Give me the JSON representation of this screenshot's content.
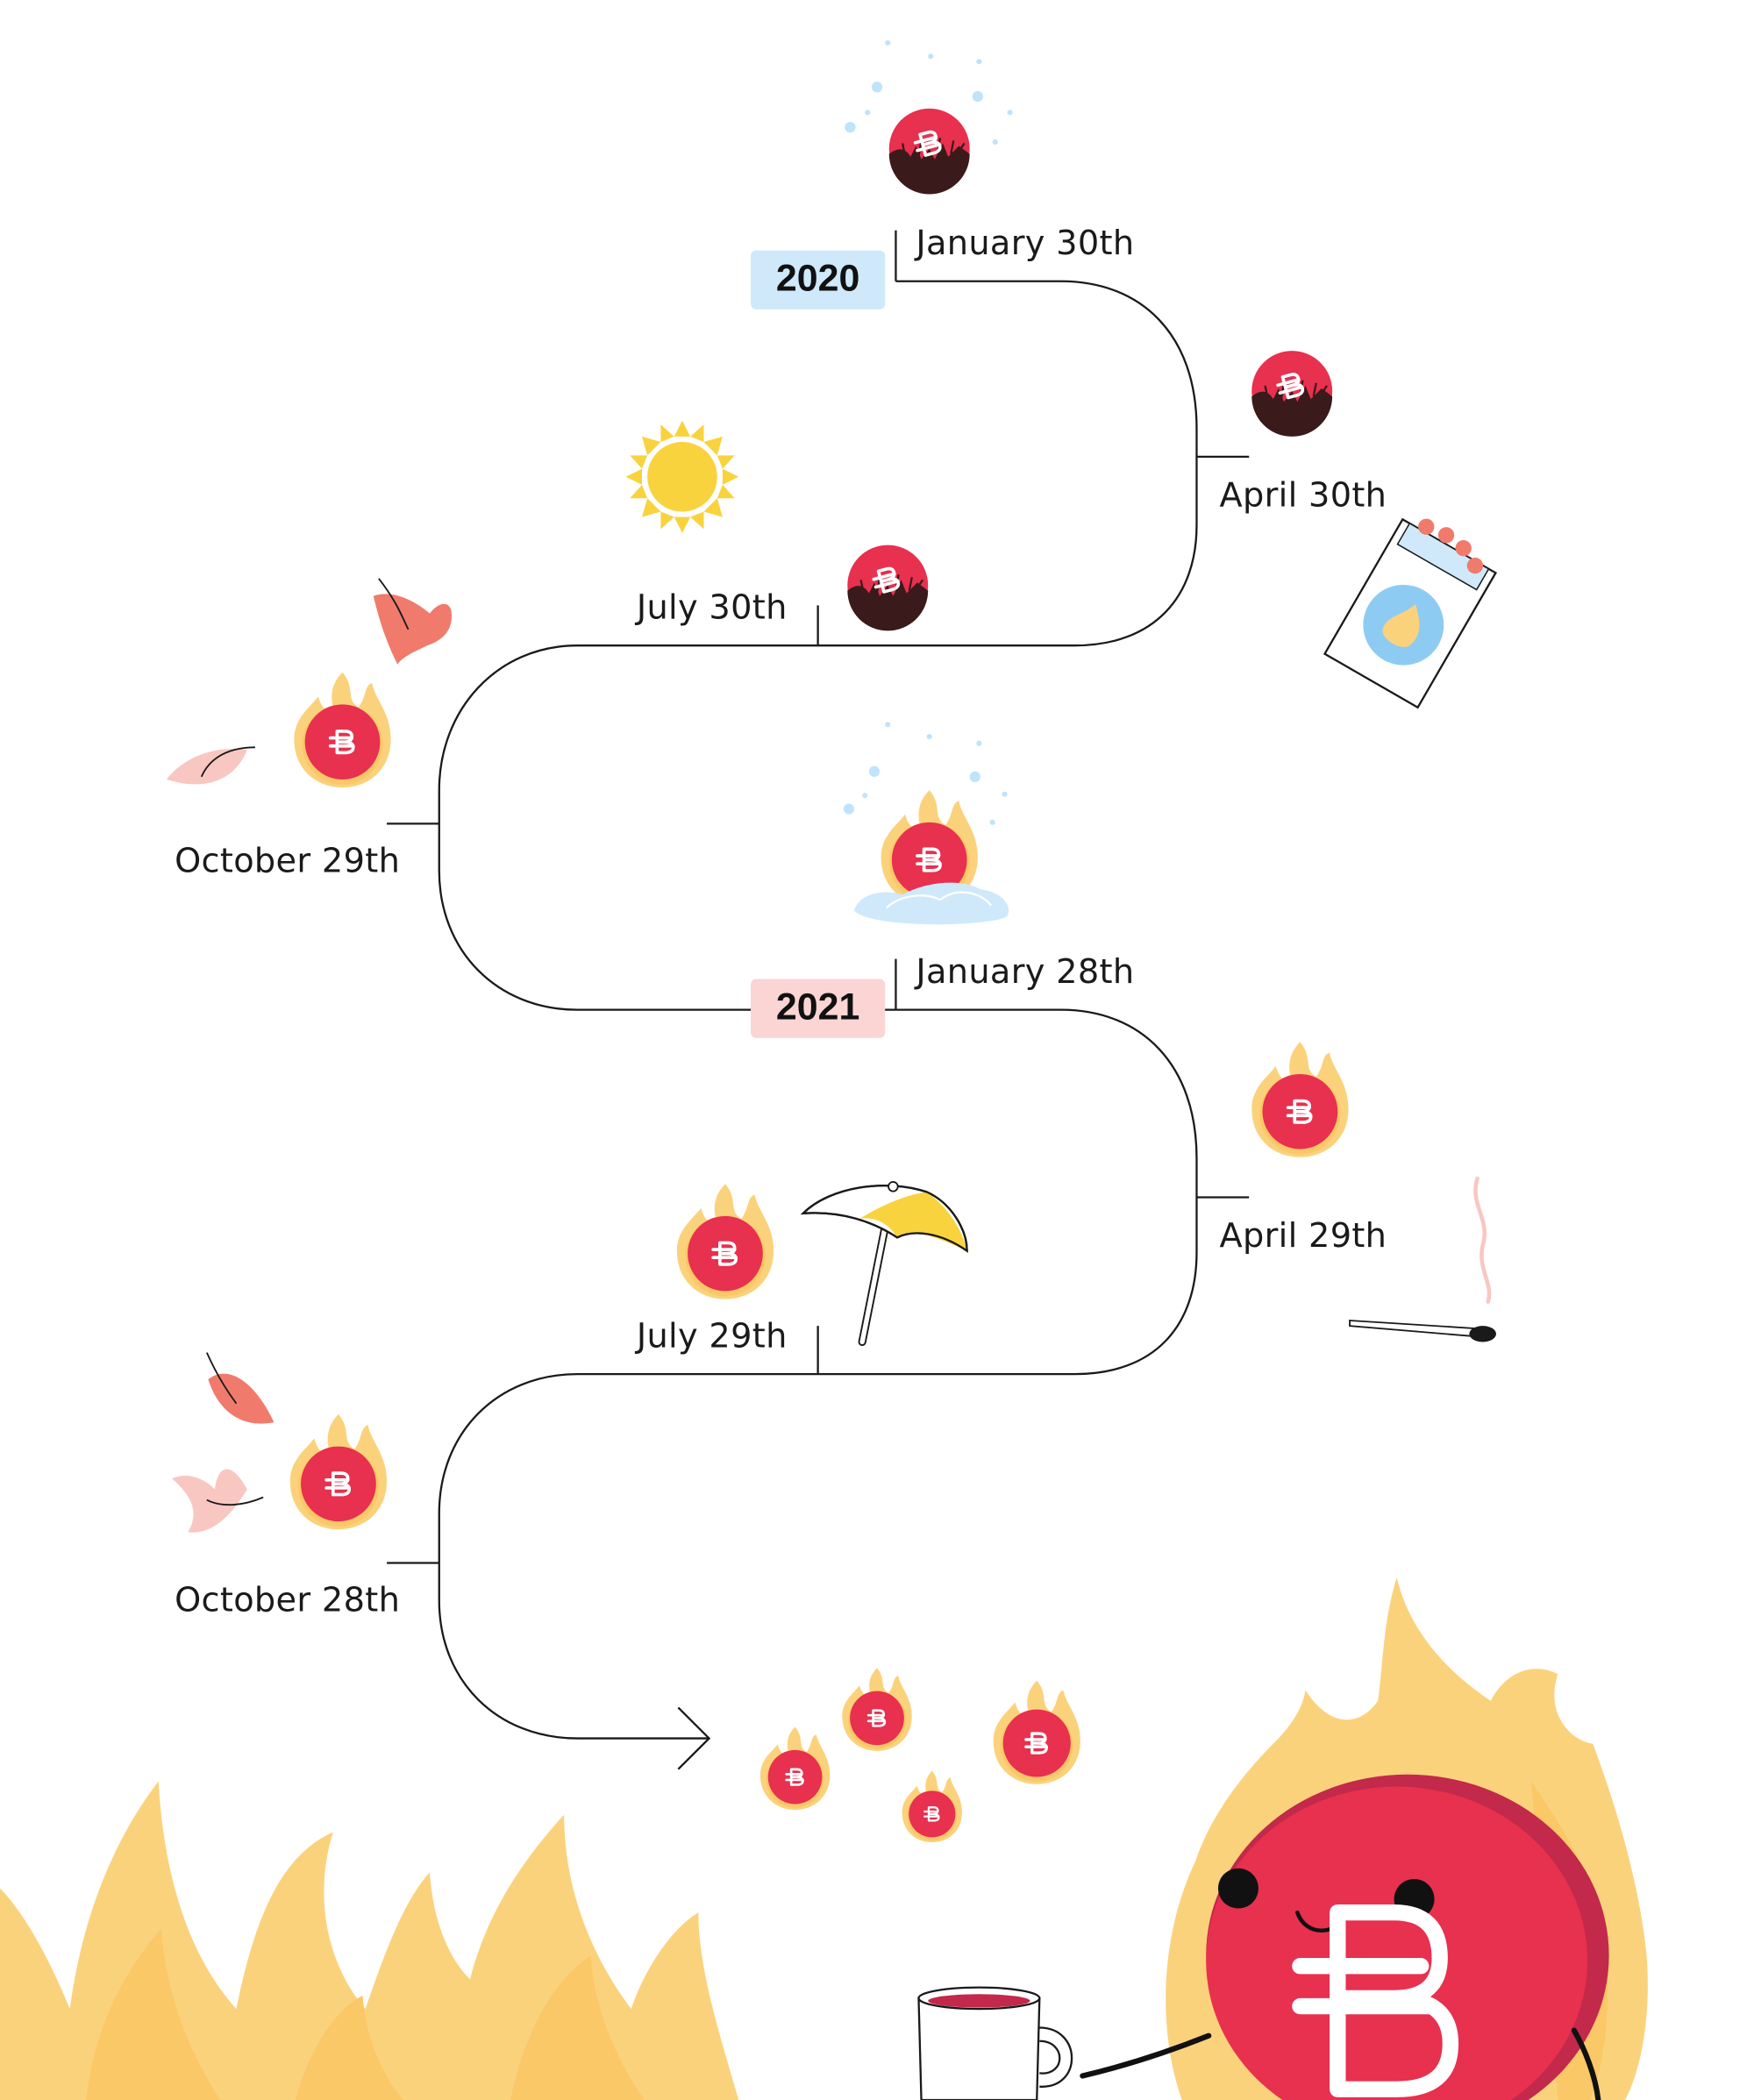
{
  "colors": {
    "coin": "#e8304f",
    "flame_outer": "#fbd27c",
    "flame_inner": "#fbc868",
    "year_2020_bg": "#cfe9fb",
    "year_2021_bg": "#fbd5d3",
    "line": "#1a1a1a"
  },
  "years": [
    {
      "label": "2020"
    },
    {
      "label": "2021"
    }
  ],
  "milestones": [
    {
      "date": "January 30th"
    },
    {
      "date": "April 30th"
    },
    {
      "date": "July 30th"
    },
    {
      "date": "October 29th"
    },
    {
      "date": "January 28th"
    },
    {
      "date": "April 29th"
    },
    {
      "date": "July 29th"
    },
    {
      "date": "October 28th"
    }
  ],
  "icons": [
    "snowflake-dots-icon",
    "sun-icon",
    "leaf-icon",
    "matchbox-icon",
    "snow-pile-icon",
    "beach-umbrella-icon",
    "lit-match-icon",
    "coin-mascot-icon",
    "mug-icon"
  ]
}
